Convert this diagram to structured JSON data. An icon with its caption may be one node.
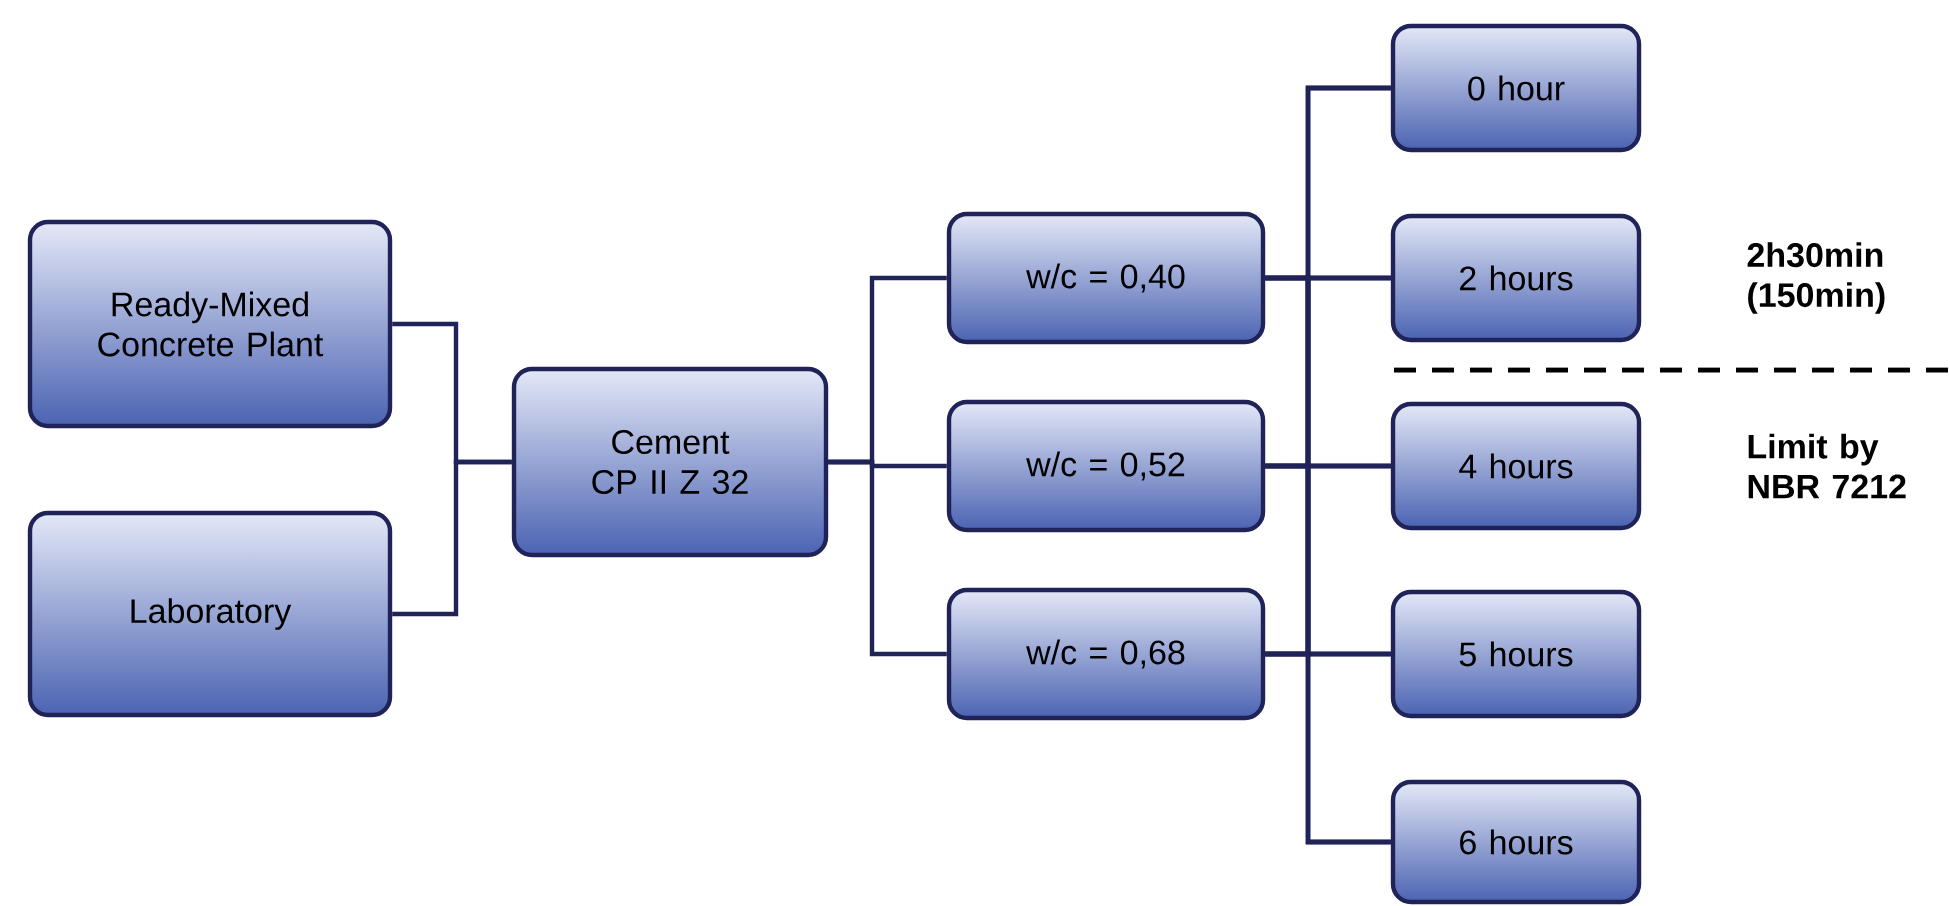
{
  "diagram": {
    "nodes": [
      {
        "text": [
          "Ready-Mixed Concrete Plant"
        ]
      },
      {
        "text": [
          "Laboratory"
        ]
      },
      {
        "text": [
          "Cement CP II Z 32"
        ]
      },
      {
        "text": [
          "w/c = 0,40"
        ]
      },
      {
        "text": [
          "w/c = 0,52"
        ]
      },
      {
        "text": [
          "w/c = 0,68"
        ]
      },
      {
        "text": [
          "0 hour"
        ]
      },
      {
        "text": [
          "2 hours"
        ]
      },
      {
        "text": [
          "4 hours"
        ]
      },
      {
        "text": [
          "5 hours"
        ]
      },
      {
        "text": [
          "6 hours"
        ]
      }
    ],
    "edges": [
      {
        "from": 0,
        "to": 2,
        "arrow": "none"
      },
      {
        "from": 1,
        "to": 2,
        "arrow": "none"
      },
      {
        "from": 2,
        "to": 3,
        "arrow": "none"
      },
      {
        "from": 2,
        "to": 4,
        "arrow": "none"
      },
      {
        "from": 2,
        "to": 5,
        "arrow": "none"
      },
      {
        "from": 3,
        "to": 6,
        "arrow": "none"
      },
      {
        "from": 3,
        "to": 7,
        "arrow": "none"
      },
      {
        "from": 3,
        "to": 8,
        "arrow": "none"
      },
      {
        "from": 3,
        "to": 9,
        "arrow": "none"
      },
      {
        "from": 3,
        "to": 10,
        "arrow": "none"
      },
      {
        "from": 4,
        "to": 6,
        "arrow": "none"
      },
      {
        "from": 4,
        "to": 7,
        "arrow": "none"
      },
      {
        "from": 4,
        "to": 8,
        "arrow": "none"
      },
      {
        "from": 4,
        "to": 9,
        "arrow": "none"
      },
      {
        "from": 4,
        "to": 10,
        "arrow": "none"
      },
      {
        "from": 5,
        "to": 6,
        "arrow": "none"
      },
      {
        "from": 5,
        "to": 7,
        "arrow": "none"
      },
      {
        "from": 5,
        "to": 8,
        "arrow": "none"
      },
      {
        "from": 5,
        "to": 9,
        "arrow": "none"
      },
      {
        "from": 5,
        "to": 10,
        "arrow": "none"
      }
    ],
    "labels": [
      "2h30min (150min)",
      "Limit by NBR 7212"
    ]
  }
}
